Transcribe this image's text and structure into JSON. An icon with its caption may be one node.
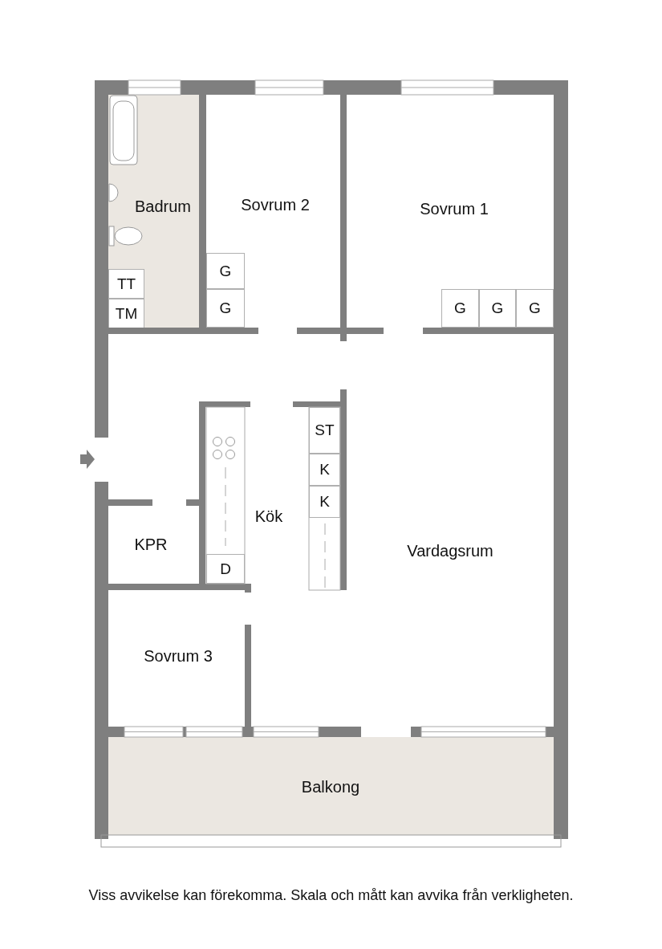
{
  "diagram": {
    "caption": "Viss avvikelse kan förekomma. Skala och mått kan avvika från verkligheten.",
    "nodes": [
      {
        "text": [
          "Badrum"
        ]
      },
      {
        "text": [
          "Sovrum 2"
        ]
      },
      {
        "text": [
          "Sovrum 1"
        ]
      },
      {
        "text": [
          "TT"
        ],
        "in": 0
      },
      {
        "text": [
          "TM"
        ],
        "in": 0
      },
      {
        "text": [
          "G"
        ],
        "in": 1
      },
      {
        "text": [
          "G"
        ],
        "in": 1
      },
      {
        "text": [
          "G"
        ],
        "in": 2
      },
      {
        "text": [
          "G"
        ],
        "in": 2
      },
      {
        "text": [
          "G"
        ],
        "in": 2
      },
      {
        "text": [
          "Kök"
        ]
      },
      {
        "text": [
          "ST"
        ]
      },
      {
        "text": [
          "K"
        ]
      },
      {
        "text": [
          "K"
        ]
      },
      {
        "text": [
          "D"
        ]
      },
      {
        "text": [
          "KPR"
        ]
      },
      {
        "text": [
          "Vardagsrum"
        ]
      },
      {
        "text": [
          "Sovrum 3"
        ]
      },
      {
        "text": [
          "Balkong"
        ]
      }
    ],
    "edges": []
  }
}
